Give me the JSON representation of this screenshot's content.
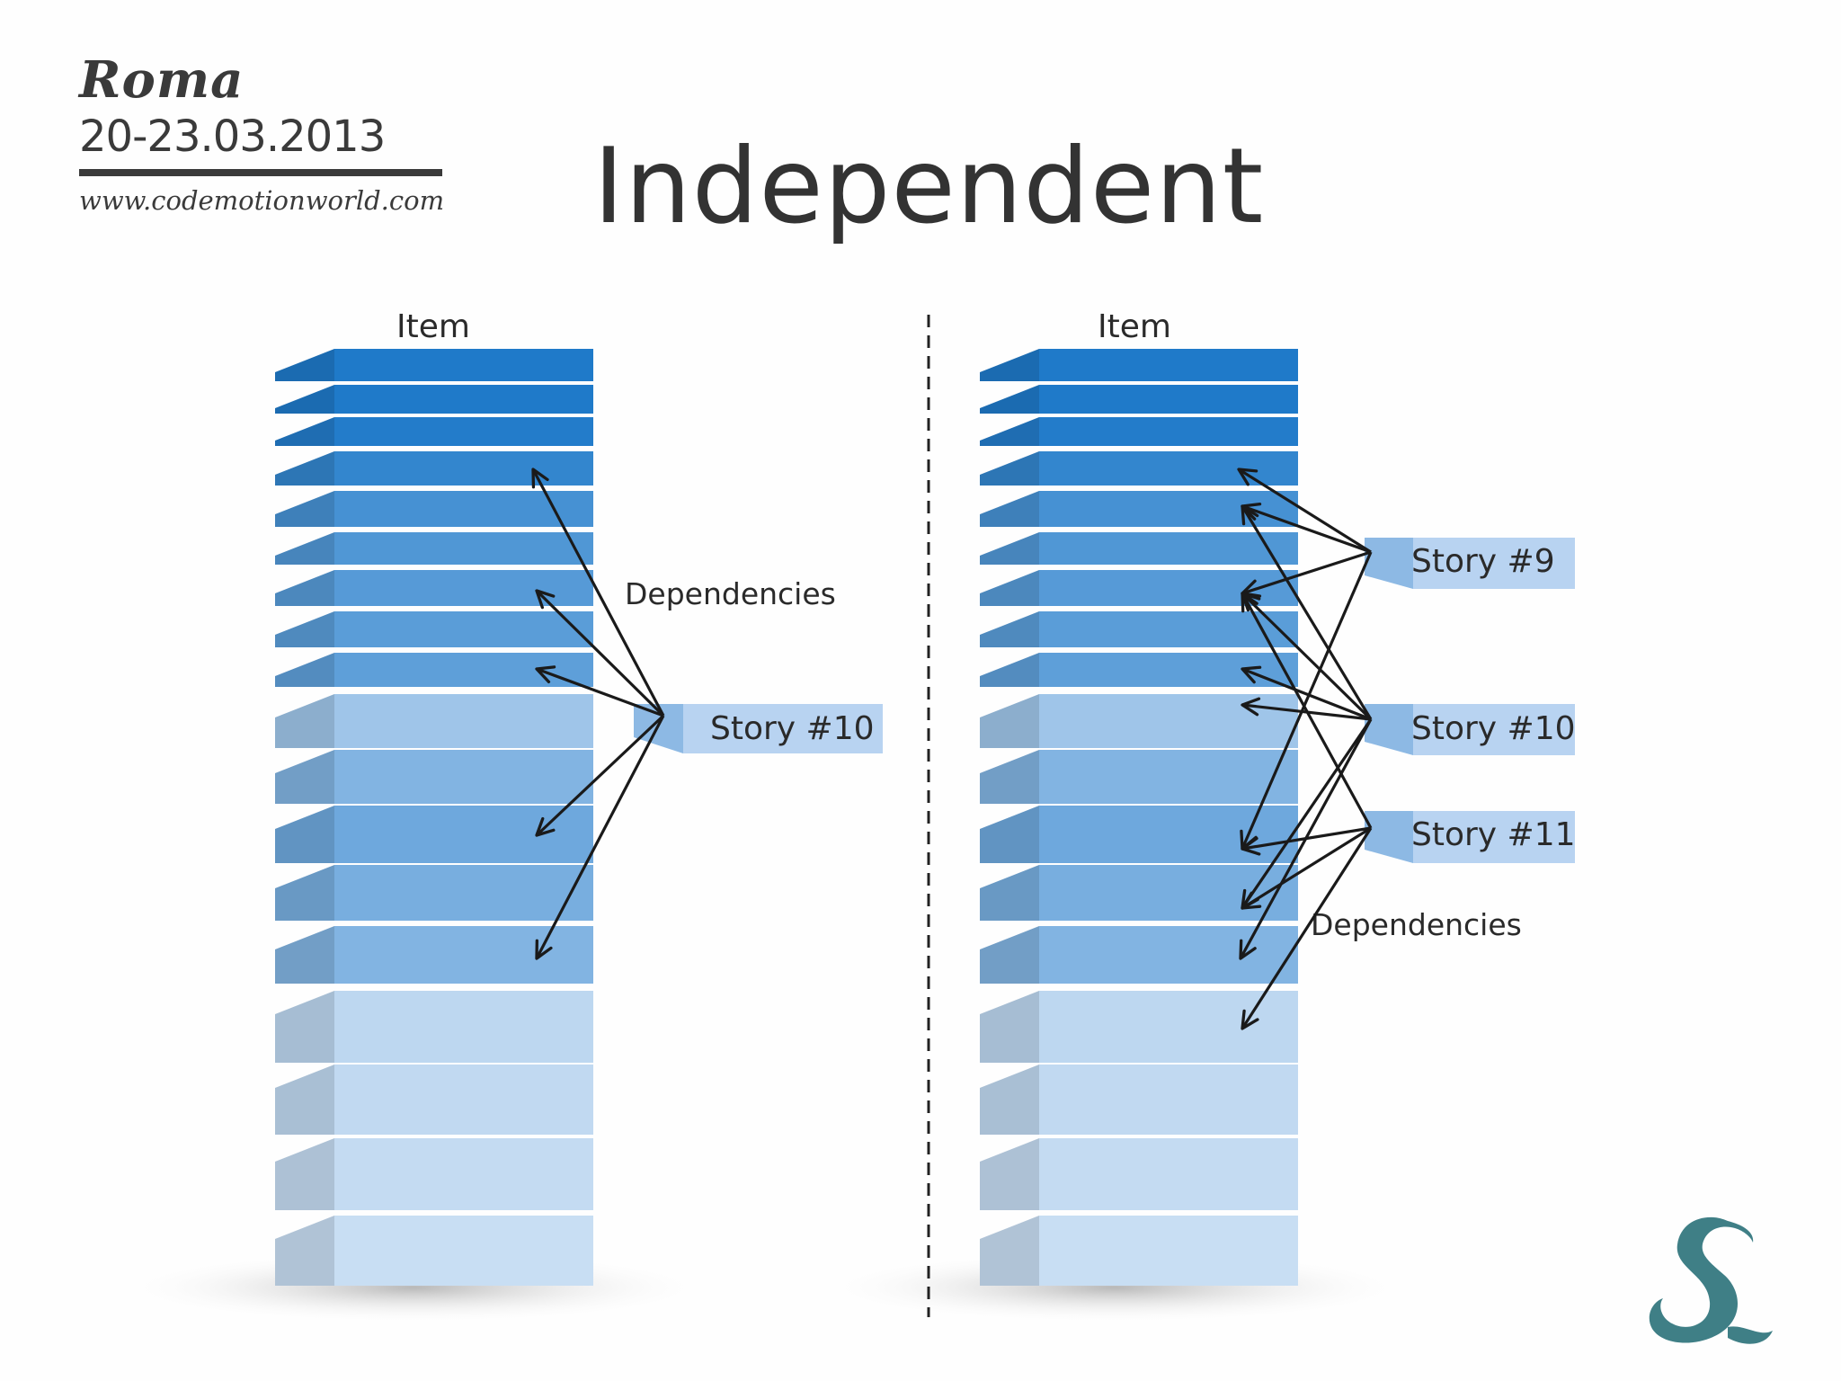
{
  "header": {
    "city": "Roma",
    "dates": "20-23.03.2013",
    "url": "www.codemotionworld.com"
  },
  "title": "Independent",
  "left_panel": {
    "column_label": "Item",
    "dependencies_label": "Dependencies",
    "story": "Story #10"
  },
  "right_panel": {
    "column_label": "Item",
    "dependencies_label": "Dependencies",
    "stories": [
      "Story #9",
      "Story #10",
      "Story #11"
    ]
  },
  "colors": {
    "block_dark": "#1f7ac9",
    "block_light": "#e4eefa",
    "arrow": "#1a1a1a",
    "logo_teal": "#3f7f86"
  },
  "icons": [
    "brand-logo-icon"
  ]
}
